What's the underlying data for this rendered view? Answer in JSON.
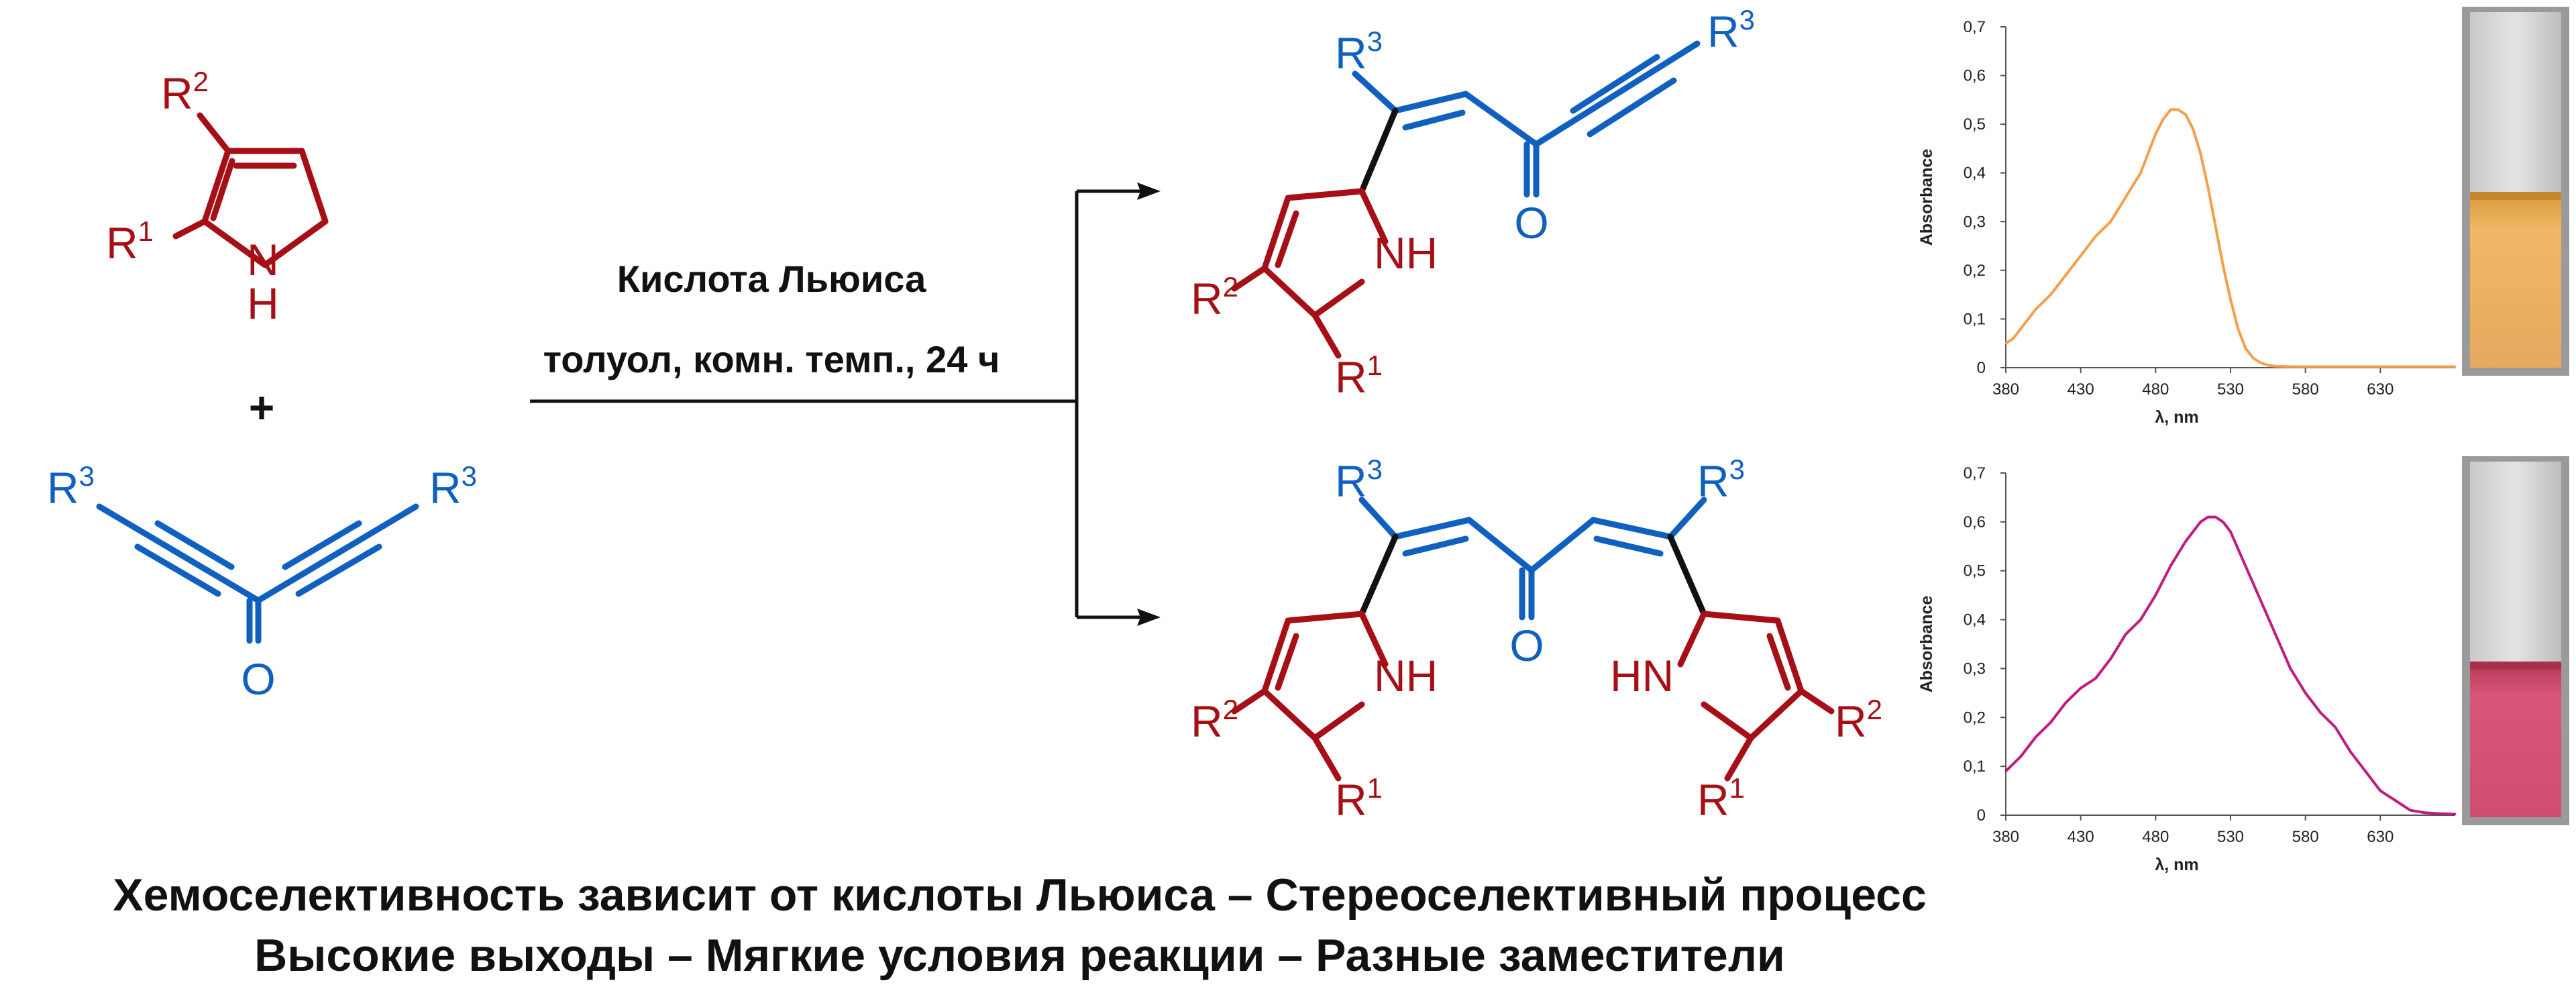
{
  "colors": {
    "pyrrole": "#a50f15",
    "ketone": "#1060c0",
    "bond": "#111111",
    "spectrum_orange": "#f4a04a",
    "spectrum_magenta": "#c21a7e"
  },
  "reactants": {
    "pyrrole": {
      "r1": "R",
      "r1_sup": "1",
      "r2": "R",
      "r2_sup": "2",
      "nh": "N",
      "nh_h": "H"
    },
    "plus": "+",
    "diynone": {
      "r3_left": "R",
      "r3_left_sup": "3",
      "r3_right": "R",
      "r3_right_sup": "3",
      "oxygen": "O"
    }
  },
  "conditions": {
    "line1": "Кислота Льюиса",
    "line2": "толуол, комн. темп., 24 ч"
  },
  "product_top": {
    "r3_a": "R",
    "r3_a_sup": "3",
    "r3_b": "R",
    "r3_b_sup": "3",
    "oxygen": "O",
    "nh": "NH",
    "r1": "R",
    "r1_sup": "1",
    "r2": "R",
    "r2_sup": "2"
  },
  "product_bottom": {
    "r3_a": "R",
    "r3_a_sup": "3",
    "r3_b": "R",
    "r3_b_sup": "3",
    "oxygen": "O",
    "nh_left": "NH",
    "nh_right": "HN",
    "r1_left": "R",
    "r1_left_sup": "1",
    "r2_left": "R",
    "r2_left_sup": "2",
    "r1_right": "R",
    "r1_right_sup": "1",
    "r2_right": "R",
    "r2_right_sup": "2"
  },
  "chart_data": [
    {
      "type": "line",
      "xlabel": "λ, nm",
      "ylabel": "Absorbance",
      "xlim": [
        380,
        680
      ],
      "ylim": [
        0,
        0.7
      ],
      "x_ticks": [
        "380",
        "430",
        "480",
        "530",
        "580",
        "630"
      ],
      "y_ticks": [
        "0",
        "0,1",
        "0,2",
        "0,3",
        "0,4",
        "0,5",
        "0,6",
        "0,7"
      ],
      "grid": false,
      "color": "#f4a04a",
      "x": [
        380,
        385,
        390,
        400,
        410,
        420,
        430,
        440,
        450,
        460,
        470,
        475,
        480,
        485,
        490,
        495,
        500,
        505,
        510,
        515,
        520,
        525,
        530,
        535,
        540,
        545,
        550,
        555,
        560,
        570,
        580,
        600,
        630,
        660,
        680
      ],
      "y": [
        0.05,
        0.06,
        0.08,
        0.12,
        0.15,
        0.19,
        0.23,
        0.27,
        0.3,
        0.35,
        0.4,
        0.44,
        0.48,
        0.51,
        0.53,
        0.53,
        0.52,
        0.49,
        0.44,
        0.37,
        0.29,
        0.21,
        0.14,
        0.08,
        0.04,
        0.02,
        0.01,
        0.005,
        0.003,
        0.002,
        0.002,
        0.002,
        0.002,
        0.002,
        0.002
      ]
    },
    {
      "type": "line",
      "xlabel": "λ, nm",
      "ylabel": "Absorbance",
      "xlim": [
        380,
        680
      ],
      "ylim": [
        0,
        0.7
      ],
      "x_ticks": [
        "380",
        "430",
        "480",
        "530",
        "580",
        "630"
      ],
      "y_ticks": [
        "0",
        "0,1",
        "0,2",
        "0,3",
        "0,4",
        "0,5",
        "0,6",
        "0,7"
      ],
      "grid": false,
      "color": "#c21a7e",
      "x": [
        380,
        390,
        400,
        410,
        420,
        430,
        440,
        450,
        460,
        470,
        480,
        490,
        500,
        510,
        515,
        520,
        525,
        530,
        540,
        550,
        560,
        570,
        580,
        590,
        600,
        610,
        620,
        630,
        640,
        650,
        660,
        670,
        680
      ],
      "y": [
        0.09,
        0.12,
        0.16,
        0.19,
        0.23,
        0.26,
        0.28,
        0.32,
        0.37,
        0.4,
        0.45,
        0.51,
        0.56,
        0.6,
        0.61,
        0.61,
        0.6,
        0.58,
        0.51,
        0.44,
        0.37,
        0.3,
        0.25,
        0.21,
        0.18,
        0.13,
        0.09,
        0.05,
        0.03,
        0.01,
        0.005,
        0.003,
        0.002
      ]
    }
  ],
  "footer": {
    "line1": "Хемоселективность зависит от кислоты Льюиса – Стереоселективный процесс",
    "line2": "Высокие выходы – Мягкие условия реакции – Разные заместители"
  }
}
